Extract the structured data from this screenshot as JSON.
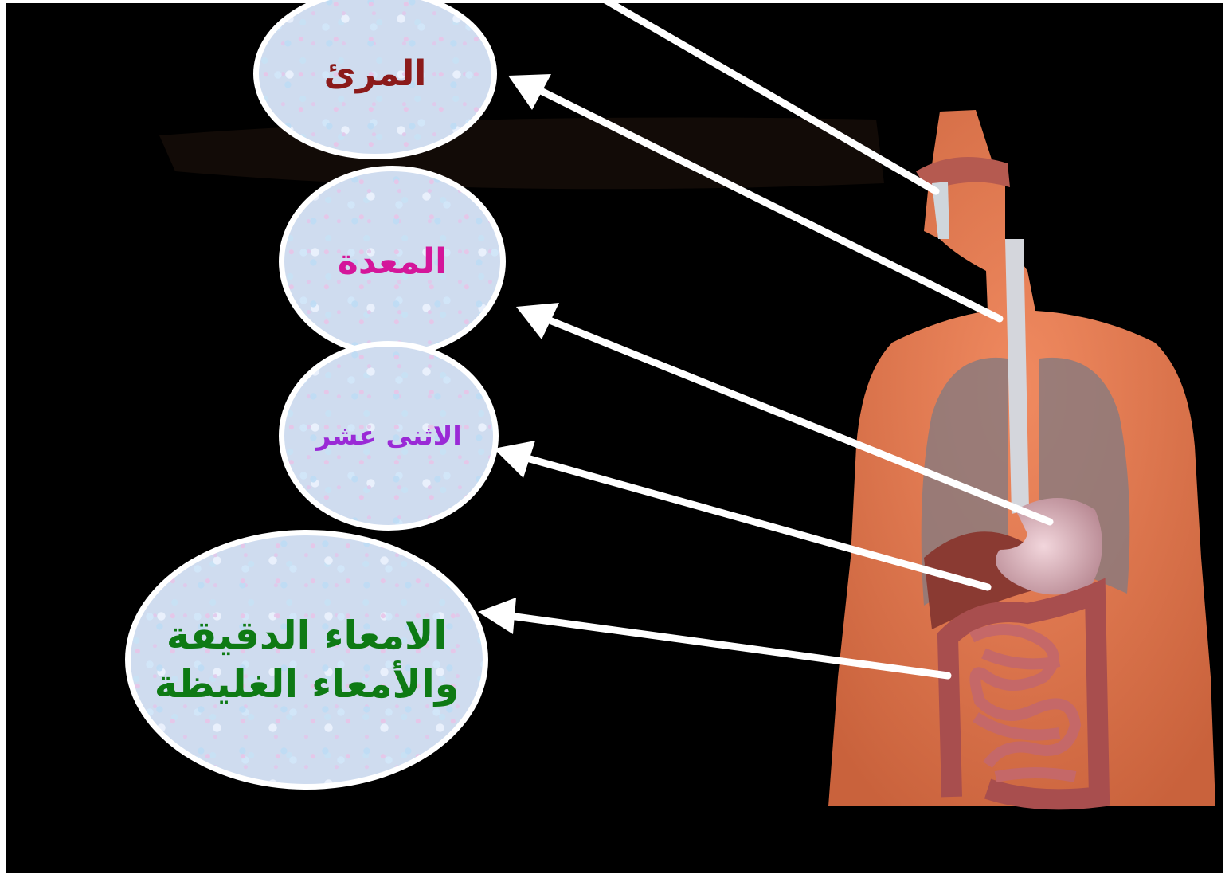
{
  "labels": {
    "esophagus": "المرئ",
    "stomach": "المعدة",
    "duodenum": "الاثنى عشر",
    "intestines_line1": "الامعاء الدقيقة",
    "intestines_line2": "والأمعاء الغليظة"
  },
  "colors": {
    "background": "#000000",
    "arrow": "#ffffff",
    "esophagus_text": "#8b1a1a",
    "stomach_text": "#d4169a",
    "duodenum_text": "#9a2ad6",
    "intestines_text": "#0e7a14",
    "skin": "#e07a52",
    "lungs": "#8f7a78",
    "stomach_organ": "#d8a8b0",
    "intestine": "#b85a5a"
  }
}
